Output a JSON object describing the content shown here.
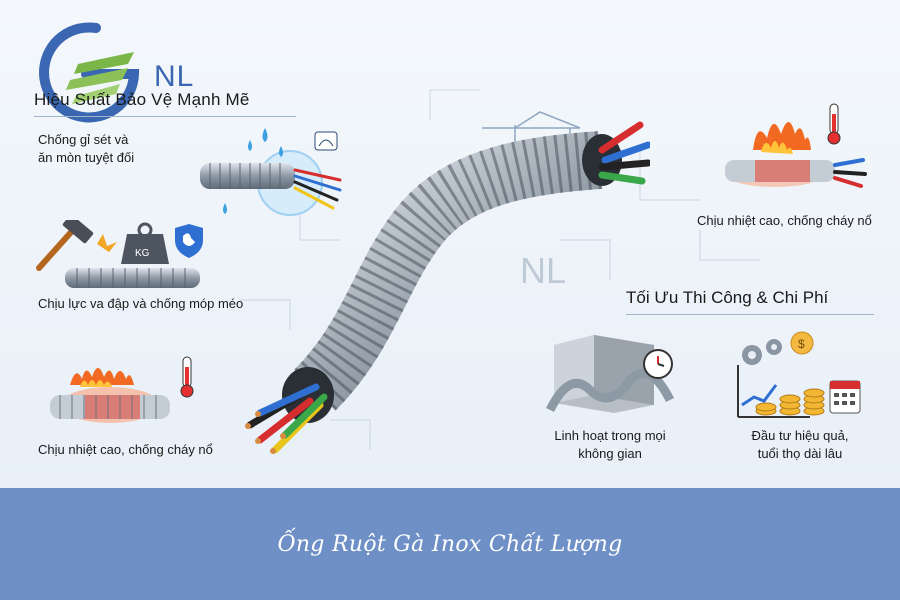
{
  "logo": {
    "text": "NL"
  },
  "watermark": {
    "text": "NL"
  },
  "left_section": {
    "title": "Hiệu Suất Bảo Vệ Mạnh Mẽ",
    "items": [
      {
        "label_line1": "Chống gỉ sét và",
        "label_line2": "ăn mòn tuyệt đối"
      },
      {
        "label": "Chịu lực va đập và chống móp méo",
        "weight_label": "KG"
      },
      {
        "label": "Chịu nhiệt cao, chống cháy nổ"
      }
    ]
  },
  "right_top": {
    "label": "Chịu nhiệt cao, chống cháy nổ"
  },
  "right_section": {
    "title": "Tối Ưu Thi Công & Chi Phí",
    "items": [
      {
        "label_line1": "Linh hoạt trong mọi",
        "label_line2": "không gian"
      },
      {
        "label_line1": "Đầu tư hiệu quả,",
        "label_line2": "tuổi thọ dài lâu"
      }
    ]
  },
  "footer": {
    "title": "Ống Ruột Gà Inox Chất Lượng"
  },
  "colors": {
    "footer_bg": "#6f90c6",
    "logo_blue": "#3b67b2",
    "logo_green": "#7ab648",
    "flame": "#f26a21"
  }
}
